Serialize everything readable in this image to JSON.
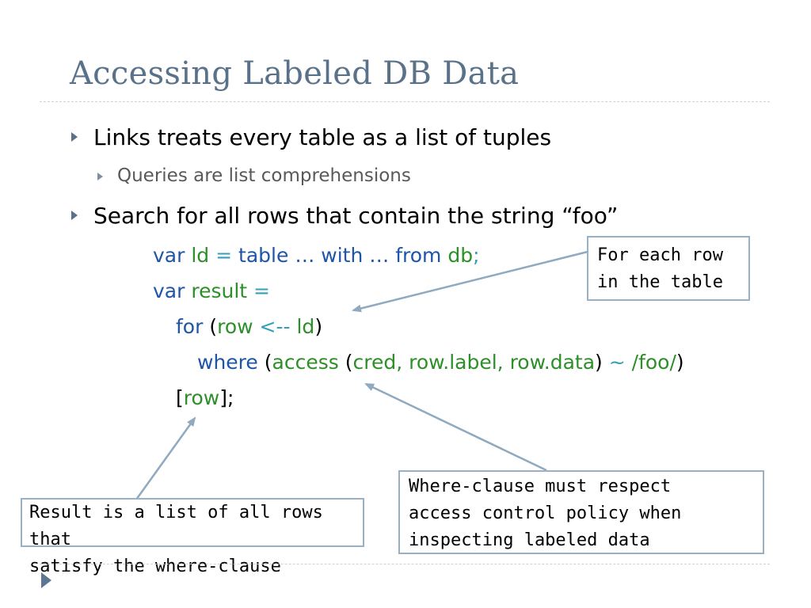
{
  "slide": {
    "title": "Accessing Labeled DB Data",
    "bullets": [
      {
        "text": "Links treats every table as a list of tuples"
      },
      {
        "text": "Queries are list comprehensions"
      },
      {
        "text": "Search for all rows that contain the string “foo”"
      }
    ],
    "code": {
      "line1": {
        "var": "var",
        "ld": "ld",
        "eq": "=",
        "table": "table",
        "ellipsis1": "…",
        "with": "with",
        "ellipsis2": "…",
        "from": "from",
        "db": "db",
        "semi": ";"
      },
      "line2": {
        "var": "var",
        "result": "result",
        "eq": "="
      },
      "line3": {
        "for": "for",
        "open": "(",
        "row": "row",
        "arrow": "<--",
        "ld": "ld",
        "close": ")"
      },
      "line4": {
        "where": "where",
        "open1": "(",
        "access": "access",
        "open2": "(",
        "args": "cred, row.label, row.data",
        "close2": ")",
        "tilde": "~",
        "regex": "/foo/",
        "close1": ")"
      },
      "line5": {
        "open": "[",
        "row": "row",
        "close": "];"
      }
    },
    "callouts": {
      "for_each": {
        "line1": "For each row",
        "line2": "in the table"
      },
      "where_clause": {
        "line1": "Where-clause must respect",
        "line2": "access control policy when",
        "line3": "inspecting labeled data"
      },
      "result": {
        "line1": "Result is a list of all rows that",
        "line2": "satisfy the where-clause"
      }
    }
  },
  "colors": {
    "title": "#59728a",
    "keyword": "#1f55a8",
    "identifier": "#2d8f28",
    "operator": "#33a0b8",
    "callout_border": "#9ab0c4",
    "arrow": "#8fa9c0"
  },
  "icons": {
    "bullet": "right-triangle-icon",
    "nav": "play-triangle-icon"
  }
}
